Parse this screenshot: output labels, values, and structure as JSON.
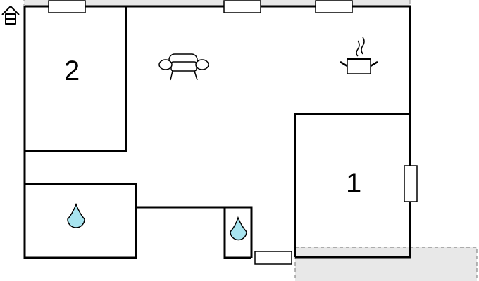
{
  "plan": {
    "rooms": [
      {
        "id": "bedroom-2",
        "label": "2"
      },
      {
        "id": "bedroom-1",
        "label": "1"
      }
    ],
    "icons": {
      "living": "sofa-icon",
      "kitchen": "cooking-pot-icon",
      "bathroom": "water-drop-icon",
      "wc": "water-drop-icon",
      "entrance": "house-entrance-icon"
    },
    "colors": {
      "wall": "#000000",
      "water": "#a8e4ef",
      "outdoor": "#e8e8e8",
      "outdoor_border": "#888888"
    }
  }
}
